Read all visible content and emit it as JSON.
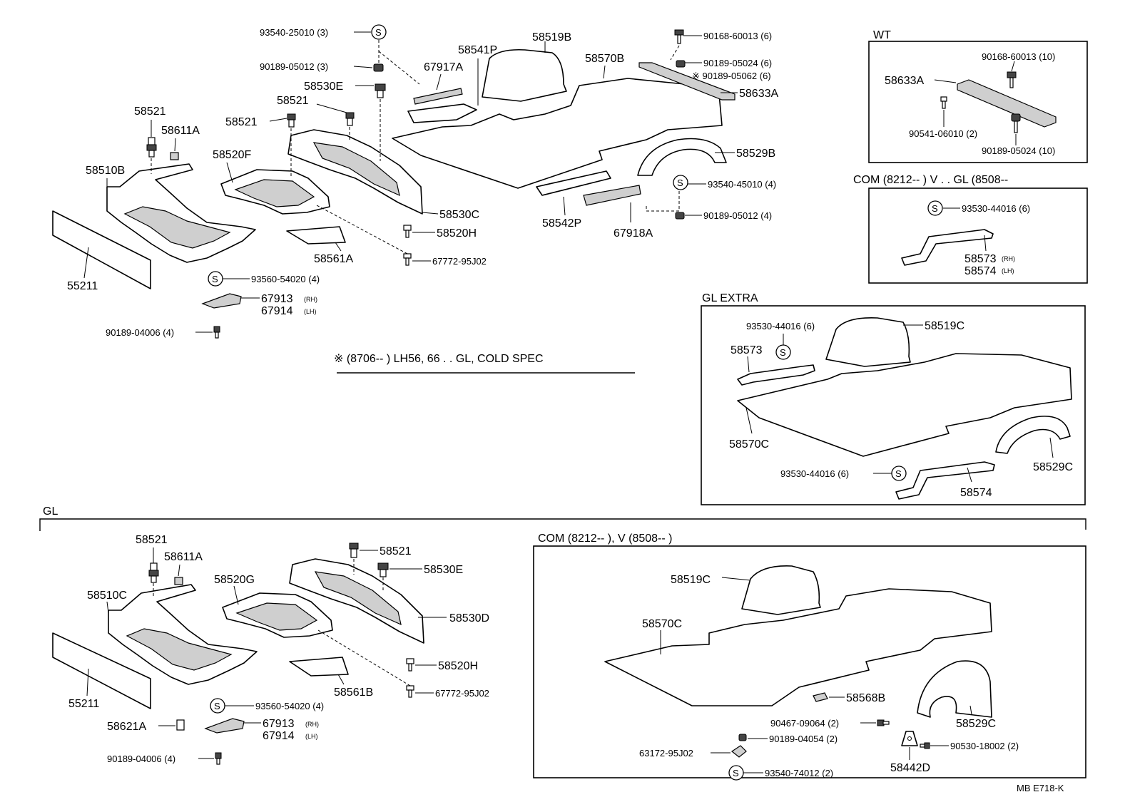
{
  "sections": {
    "wt": "WT",
    "com_top": "COM (8212--        )   V . . GL (8508--",
    "gl_extra": "GL  EXTRA",
    "gl": "GL",
    "com_v": "COM (8212--          ), V (8508--          )",
    "note": "※ (8706--          ) LH56, 66 . . GL, COLD  SPEC",
    "drawing_code": "MB  E718-K"
  },
  "symbol_s": "S",
  "labels": {
    "p93540_25010": "93540-25010 (3)",
    "p90189_05012a": "90189-05012 (3)",
    "p58530e_a": "58530E",
    "p58521_a": "58521",
    "p58521_b": "58521",
    "p58521_c": "58521",
    "p58611a_a": "58611A",
    "p58510b": "58510B",
    "p58520f": "58520F",
    "p55211_a": "55211",
    "p67917a": "67917A",
    "p58541p": "58541P",
    "p58519b": "58519B",
    "p58570b": "58570B",
    "p90168_60013_6": "90168-60013 (6)",
    "p90189_05024_6": "90189-05024 (6)",
    "p90189_05062_6": "※ 90189-05062 (6)",
    "p58633a_a": "58633A",
    "p58529b": "58529B",
    "p93540_45010": "93540-45010 (4)",
    "p90189_05012b": "90189-05012 (4)",
    "p58542p": "58542P",
    "p67918a": "67918A",
    "p58530c": "58530C",
    "p58520h_a": "58520H",
    "p67772_a": "67772-95J02",
    "p58561a": "58561A",
    "p93560_54020_a": "93560-54020 (4)",
    "p67913_a": "67913",
    "p67914_a": "67914",
    "rh": "(RH)",
    "lh": "(LH)",
    "p90189_04006_a": "90189-04006 (4)",
    "p58633a_b": "58633A",
    "p90168_60013_10": "90168-60013 (10)",
    "p90541_06010": "90541-06010 (2)",
    "p90189_05024_10": "90189-05024 (10)",
    "p93530_44016_a": "93530-44016 (6)",
    "p58573_rh": "58573",
    "p58574_lh": "58574",
    "p93530_44016_b": "93530-44016 (6)",
    "p58519c_a": "58519C",
    "p58573": "58573",
    "p58570c_a": "58570C",
    "p58529c_a": "58529C",
    "p93530_44016_c": "93530-44016 (6)",
    "p58574": "58574",
    "p58521_d": "58521",
    "p58611a_b": "58611A",
    "p58510c": "58510C",
    "p58520g": "58520G",
    "p58521_e": "58521",
    "p58530e_b": "58530E",
    "p58530d": "58530D",
    "p58520h_b": "58520H",
    "p67772_b": "67772-95J02",
    "p58561b": "58561B",
    "p55211_b": "55211",
    "p58621a": "58621A",
    "p93560_54020_b": "93560-54020 (4)",
    "p67913_b": "67913",
    "p67914_b": "67914",
    "p90189_04006_b": "90189-04006 (4)",
    "p58519c_b": "58519C",
    "p58570c_b": "58570C",
    "p58568b": "58568B",
    "p58529c_b": "58529C",
    "p90467_09064": "90467-09064 (2)",
    "p90189_04054": "90189-04054 (2)",
    "p63172": "63172-95J02",
    "p93540_74012": "93540-74012 (2)",
    "p58442d": "58442D",
    "p90530_18002": "90530-18002 (2)"
  }
}
